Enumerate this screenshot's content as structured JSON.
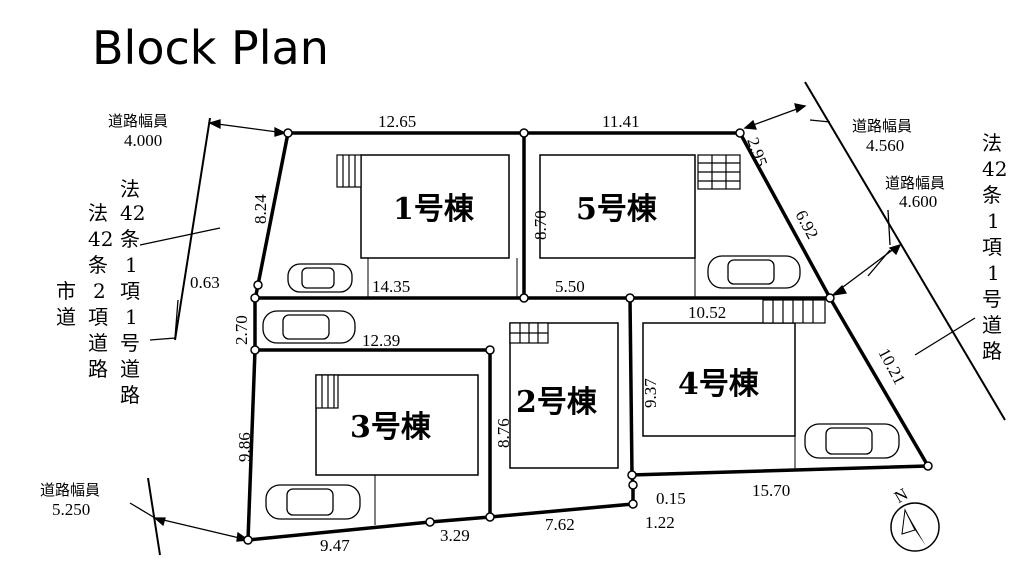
{
  "title": "Block Plan",
  "buildings": {
    "b1": "1号棟",
    "b2": "2号棟",
    "b3": "3号棟",
    "b4": "4号棟",
    "b5": "5号棟"
  },
  "dimensions": {
    "top_left": "12.65",
    "top_right": "11.41",
    "left_upper": "8.24",
    "offset_left": "0.63",
    "lot1_bottom": "14.35",
    "lot5_bottom": "5.50",
    "lot5_left": "8.70",
    "corner_diag": "2.95",
    "right_diag": "6.92",
    "lot4_top": "10.52",
    "left_mid": "2.70",
    "parking_bottom": "12.39",
    "right_lower": "10.21",
    "lot4_left": "9.37",
    "lot2_left": "8.76",
    "left_lower": "9.86",
    "bottom_1": "9.47",
    "bottom_2": "3.29",
    "bottom_3": "7.62",
    "bottom_4": "1.22",
    "step_small": "0.15",
    "lot4_bottom": "15.70"
  },
  "roads": {
    "width_label": "道路幅員",
    "top_left_width": "4.000",
    "top_right_width": "4.560",
    "right_width": "4.600",
    "bottom_left_width": "5.250",
    "left_road_lines": [
      "法",
      "42",
      "条",
      "1",
      "項",
      "1",
      "号",
      "道",
      "路"
    ],
    "left_road_lines2": [
      "法",
      "42",
      "条",
      "2",
      "項",
      "道",
      "路"
    ],
    "left_road_lines3": [
      "市",
      "道"
    ],
    "right_road_lines": [
      "法",
      "42",
      "条",
      "1",
      "項",
      "1",
      "号",
      "道",
      "路"
    ]
  },
  "compass": {
    "label": "N"
  }
}
